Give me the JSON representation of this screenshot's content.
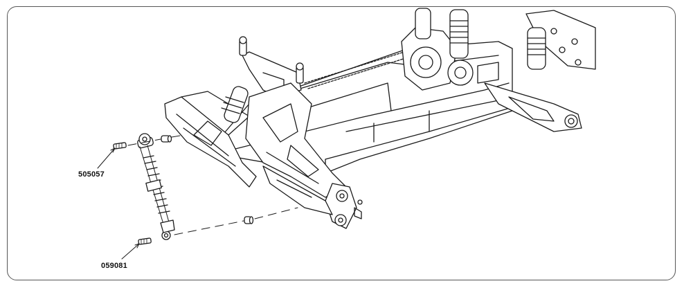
{
  "callouts": [
    {
      "id": "a",
      "text": "505057"
    },
    {
      "id": "b",
      "text": "059081"
    }
  ]
}
